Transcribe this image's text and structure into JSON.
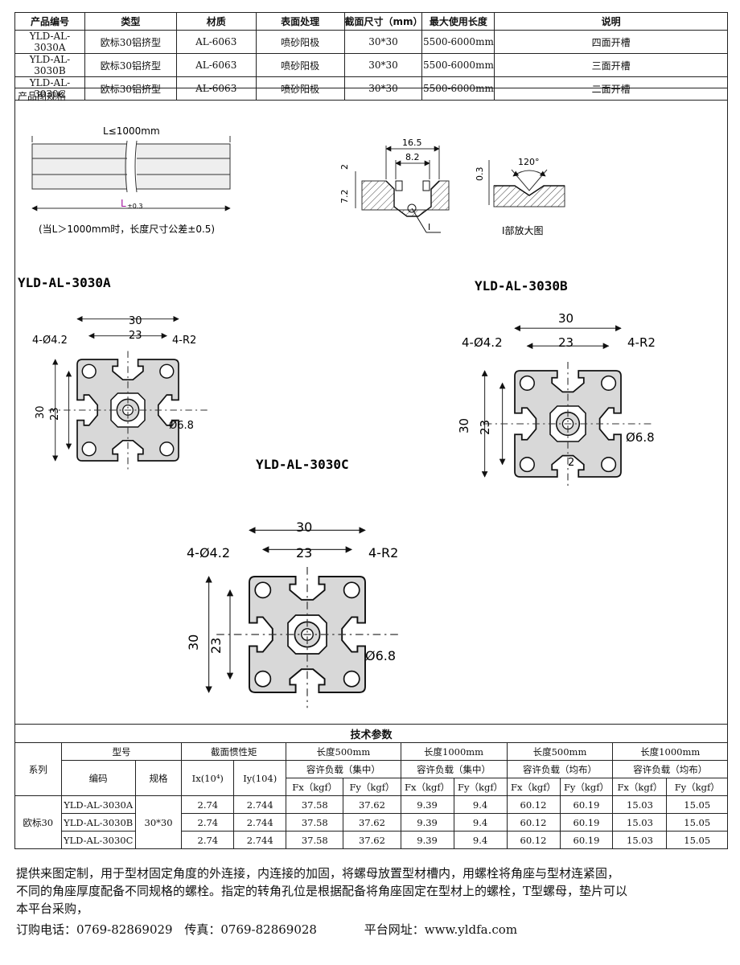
{
  "spec_table": {
    "headers": [
      "产品编号",
      "类型",
      "材质",
      "表面处理",
      "截面尺寸（mm）",
      "最大使用长度",
      "说明"
    ],
    "rows": [
      [
        "YLD-AL-3030A",
        "欧标30铝挤型",
        "AL-6063",
        "喷砂阳极",
        "30*30",
        "5500-6000mm",
        "四面开槽"
      ],
      [
        "YLD-AL-3030B",
        "欧标30铝挤型",
        "AL-6063",
        "喷砂阳极",
        "30*30",
        "5500-6000mm",
        "三面开槽"
      ],
      [
        "YLD-AL-3030C",
        "欧标30铝挤型",
        "AL-6063",
        "喷砂阳极",
        "30*30",
        "5500-6000mm",
        "二面开槽"
      ]
    ]
  },
  "figure": {
    "section_label": "产品图规格",
    "length_top": "L≤1000mm",
    "length_bottom": "L",
    "length_tol": "±0.3",
    "length_note": "(当L＞1000mm时，长度尺寸公差±0.5)",
    "slot_dims": {
      "w_outer": "16.5",
      "w_inner": "8.2",
      "d_top": "2",
      "d_total": "7.2",
      "mark": "I"
    },
    "detail_dims": {
      "angle": "120°",
      "depth": "0.3"
    },
    "detail_label": "I部放大图",
    "models": [
      "YLD-AL-3030A",
      "YLD-AL-3030B",
      "YLD-AL-3030C"
    ],
    "dims": {
      "outer": "30",
      "inner": "23",
      "hole": "4-Ø4.2",
      "radius": "4-R2",
      "center": "Ø6.8",
      "wall": "2"
    }
  },
  "tech_table": {
    "title": "技术参数",
    "h_series": "系列",
    "h_model": "型号",
    "h_code": "编码",
    "h_spec": "规格",
    "h_inertia": "截面惯性矩",
    "h_ix": "Ix(10⁴)",
    "h_iy": "Iy(104)",
    "h_len": [
      "长度500mm",
      "长度1000mm",
      "长度500mm",
      "长度1000mm"
    ],
    "h_load": [
      "容许负载（集中）",
      "容许负载（集中）",
      "容许负载（均布）",
      "容许负载（均布）"
    ],
    "h_f": [
      "Fx（kgf）",
      "Fy（kgf）",
      "Fx（kgf）",
      "Fy（kgf）",
      "Fx（kgf）",
      "Fy（kgf）",
      "Fx（kgf）",
      "Fy（kgf）"
    ],
    "series": "欧标30",
    "spec": "30*30",
    "rows": [
      {
        "code": "YLD-AL-3030A",
        "ix": "2.74",
        "iy": "2.744",
        "v": [
          "37.58",
          "37.62",
          "9.39",
          "9.4",
          "60.12",
          "60.19",
          "15.03",
          "15.05"
        ]
      },
      {
        "code": "YLD-AL-3030B",
        "ix": "2.74",
        "iy": "2.744",
        "v": [
          "37.58",
          "37.62",
          "9.39",
          "9.4",
          "60.12",
          "60.19",
          "15.03",
          "15.05"
        ]
      },
      {
        "code": "YLD-AL-3030C",
        "ix": "2.74",
        "iy": "2.744",
        "v": [
          "37.58",
          "37.62",
          "9.39",
          "9.4",
          "60.12",
          "60.19",
          "15.03",
          "15.05"
        ]
      }
    ]
  },
  "notes": {
    "line1": "提供来图定制，用于型材固定角度的外连接，内连接的加固，将螺母放置型材槽内，用螺栓将角座与型材连紧固，",
    "line2": "不同的角座厚度配备不同规格的螺栓。指定的转角孔位是根据配备将角座固定在型材上的螺栓，T型螺母，垫片可以",
    "line3": "本平台采购，",
    "phone": "订购电话：0769-82869029",
    "fax": "传真：0769-82869028",
    "site": "平台网址：www.yldfa.com"
  }
}
